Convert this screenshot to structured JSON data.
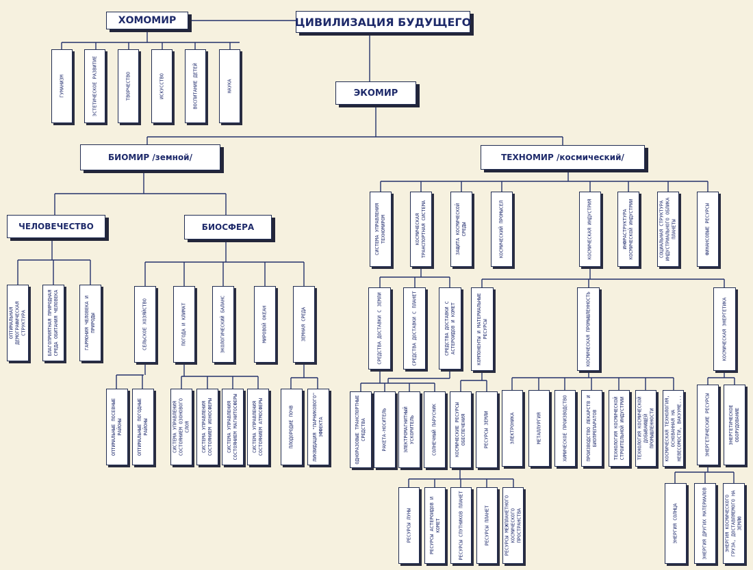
{
  "root": "ЦИВИЛИЗАЦИЯ БУДУЩЕГО",
  "homomir": {
    "title": "ХОМОМИР",
    "items": [
      "ГУМАНИЗМ",
      "ЭСТЕТИЧЕСКОЕ РАЗВИТИЕ",
      "ТВОРЧЕСТВО",
      "ИСКУССТВО",
      "ВОСПИТАНИЕ ДЕТЕЙ",
      "НАУКА"
    ]
  },
  "ekomir": "ЭКОМИР",
  "biomir": {
    "title": "БИОМИР /земной/",
    "humanity": {
      "title": "ЧЕЛОВЕЧЕСТВО",
      "items": [
        "ОПТИМАЛЬНАЯ ДЕМОГРАФИЧЕСКАЯ СТРУКТУРА",
        "БЛАГОПРИЯТНАЯ ПРИРОДНАЯ СРЕДА ОБИТАНИЯ ЧЕЛОВЕКА",
        "ГАРМОНИЯ ЧЕЛОВЕКА И ПРИРОДЫ"
      ]
    },
    "biosphere": {
      "title": "БИОСФЕРА",
      "items": [
        "СЕЛЬСКОЕ ХОЗЯЙСТВО",
        "ПОГОДА И КЛИМАТ",
        "ЭКОЛОГИЧЕСКИЙ БАЛАНС",
        "МИРОВОЙ ОКЕАН",
        "ЗЕМНАЯ СРЕДА"
      ],
      "agriculture": [
        "ОПТИМАЛЬНЫЕ ПОСЕВНЫЕ РАЙОНЫ",
        "ОПТИМАЛЬНЫЕ ПОГОДНЫЕ РАЙОНЫ"
      ],
      "climate": [
        "СИСТЕМА УПРАВЛЕНИЯ СОСТОЯНИЕМ ОЗОНОВОГО СЛОЯ",
        "СИСТЕМА УПРАВЛЕНИЯ СОСТОЯНИЕМ ИОНОСФЕРЫ",
        "СИСТЕМА УПРАВЛЕНИЯ СОСТОЯНИЕМ МАГНИТОСФЕРЫ",
        "СИСТЕМА УПРАВЛЕНИЯ СОСТОЯНИЕМ АТМОСФЕРЫ"
      ],
      "environment": [
        "ПЛОДОРОДИЕ ПОЧВ",
        "ЛИКВИДАЦИЯ \"ПАРНИКОВОГО\" ЭФФЕКТА"
      ]
    }
  },
  "technomir": {
    "title": "ТЕХНОМИР /космический/",
    "items": [
      "СИСТЕМА УПРАВЛЕНИЯ ТЕХНОМИРОМ",
      "КОСМИЧЕСКАЯ ТРАНСПОРТНАЯ СИСТЕМА",
      "ЗАЩИТА КОСМИЧЕСКОЙ СРЕДЫ",
      "КОСМИЧЕСКИЙ ПРОМЫСЕЛ",
      "КОСМИЧЕСКАЯ ИНДУСТРИЯ",
      "ИНФРАСТРУКТУРА КОСМИЧЕСКОЙ ИНДУСТРИИ",
      "СОЦИАЛЬНАЯ СТРУКТУРА ИНДУСТРИАЛЬНОГО ОБЛИКА ПЛАНЕТЫ",
      "ФИНАНСОВЫЕ РЕСУРСЫ"
    ],
    "transport": [
      "СРЕДСТВА ДОСТАВКИ С ЗЕМЛИ",
      "СРЕДСТВА ДОСТАВКИ С ПЛАНЕТ",
      "СРЕДСТВА ДОСТАВКИ С АСТЕРОИДОВ И КОМЕТ"
    ],
    "delivery": [
      "ОДНОРАЗОВЫЕ ТРАНСПОРТНЫЕ СРЕДСТВА",
      "РАКЕТА-НОСИТЕЛЬ",
      "ЭЛЕКТРОМАГНИТНЫЙ УСКОРИТЕЛЬ",
      "СОЛНЕЧНЫЙ ПАРУСНИК"
    ],
    "industry": [
      "КОМПОНЕНТЫ И МАТЕРИАЛЬНЫЕ РЕСУРСЫ",
      "КОСМИЧЕСКАЯ ПРОМЫШЛЕННОСТЬ",
      "КОСМИЧЕСКАЯ ЭНЕРГЕТИКА"
    ],
    "components": [
      "КОСМИЧЕСКИЕ РЕСУРСЫ ОБЕСПЕЧЕНИЯ",
      "РЕСУРСЫ ЗЕМЛИ"
    ],
    "cosmic_resources": [
      "РЕСУРСЫ ЛУНЫ",
      "РЕСУРСЫ АСТЕРОИДОВ И КОМЕТ",
      "РЕСУРСЫ СПУТНИКОВ ПЛАНЕТ",
      "РЕСУРСЫ ПЛАНЕТ",
      "РЕСУРСЫ МЕЖПЛАНЕТНОГО КОСМИЧЕСКОГО ПРОСТРАНСТВА"
    ],
    "industry_items": [
      "ЭЛЕКТРОНИКА",
      "МЕТАЛЛУРГИЯ",
      "ХИМИЧЕСКОЕ ПРОИЗВОДСТВО",
      "ПРОИЗВОДСТВО ЛЕКАРСТВ И БИОПРЕПАРАТОВ",
      "ТЕХНОЛОГИЯ КОСМИЧЕСКОЙ СТРОИТЕЛЬНОЙ ИНДУСТРИИ",
      "ТЕХНОЛОГИЯ КОСМИЧЕСКОЙ ДОБЫВАЮЩЕЙ ПРОМЫШЛЕННОСТИ",
      "КОСМИЧЕСКАЯ ТЕХНОЛОГИЯ, ОСНОВАННАЯ НА НЕВЕСОМОСТИ, ВАКУУМЕ..."
    ],
    "energy": [
      "ЭНЕРГЕТИЧЕСКИЕ РЕСУРСЫ",
      "ЭНЕРГЕТИЧЕСКОЕ ОБОРУДОВАНИЕ"
    ],
    "energy_resources": [
      "ЭНЕРГИЯ СОЛНЦА",
      "ЭНЕРГИЯ ДРУГИХ МАТЕРИАЛОВ",
      "ЭНЕРГИЯ КОСМИЧЕСКОГО ГРУЗА, ДОСТАВЛЯЕМОГО НА ЗЕМЛЮ"
    ]
  }
}
